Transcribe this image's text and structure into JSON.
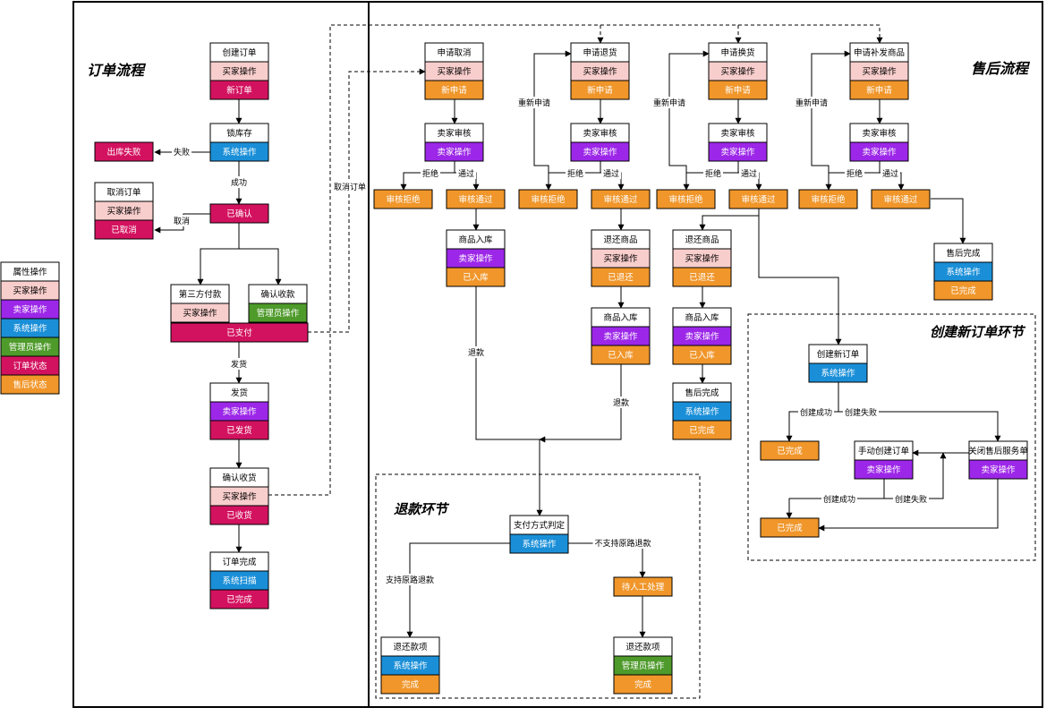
{
  "colors": {
    "buyer": "#f8cecc",
    "seller": "#9c27e8",
    "system": "#1a8fd8",
    "admin": "#4e9a2a",
    "order": "#d3125f",
    "after": "#f0962a",
    "white": "#ffffff"
  },
  "titles": {
    "order_flow": "订单流程",
    "after_sale": "售后流程",
    "refund": "退款环节",
    "new_order": "创建新订单环节"
  },
  "legend": [
    {
      "label": "属性操作",
      "color": "white"
    },
    {
      "label": "买家操作",
      "color": "buyer"
    },
    {
      "label": "卖家操作",
      "color": "seller"
    },
    {
      "label": "系统操作",
      "color": "system"
    },
    {
      "label": "管理员操作",
      "color": "admin"
    },
    {
      "label": "订单状态",
      "color": "order"
    },
    {
      "label": "售后状态",
      "color": "after"
    }
  ],
  "edge_labels": {
    "fail": "失败",
    "success": "成功",
    "cancel": "取消",
    "cancel_order": "取消订单",
    "ship": "发货",
    "reject": "拒绝",
    "pass": "通过",
    "reapply": "重新申请",
    "refund": "退款",
    "support_original": "支持原路退款",
    "not_support_original": "不支持原路退款",
    "create_success": "创建成功",
    "create_fail": "创建失败"
  },
  "nodes": {
    "create_order": {
      "rows": [
        [
          "创建订单",
          "white"
        ],
        [
          "买家操作",
          "buyer"
        ],
        [
          "新订单",
          "order"
        ]
      ]
    },
    "lock_stock": {
      "rows": [
        [
          "锁库存",
          "white"
        ],
        [
          "系统操作",
          "system"
        ]
      ]
    },
    "out_fail": {
      "rows": [
        [
          "出库失败",
          "order"
        ]
      ]
    },
    "cancel_order": {
      "rows": [
        [
          "取消订单",
          "white"
        ],
        [
          "买家操作",
          "buyer"
        ],
        [
          "已取消",
          "order"
        ]
      ]
    },
    "confirmed": {
      "rows": [
        [
          "已确认",
          "order"
        ]
      ]
    },
    "third_pay": {
      "rows": [
        [
          "第三方付款",
          "white"
        ],
        [
          "买家操作",
          "buyer"
        ]
      ]
    },
    "confirm_recv_money": {
      "rows": [
        [
          "确认收款",
          "white"
        ],
        [
          "管理员操作",
          "admin"
        ]
      ]
    },
    "paid": {
      "rows": [
        [
          "已支付",
          "order"
        ]
      ]
    },
    "deliver": {
      "rows": [
        [
          "发货",
          "white"
        ],
        [
          "卖家操作",
          "seller"
        ],
        [
          "已发货",
          "order"
        ]
      ]
    },
    "confirm_receipt": {
      "rows": [
        [
          "确认收货",
          "white"
        ],
        [
          "买家操作",
          "buyer"
        ],
        [
          "已收货",
          "order"
        ]
      ]
    },
    "order_done": {
      "rows": [
        [
          "订单完成",
          "white"
        ],
        [
          "系统扫描",
          "system"
        ],
        [
          "已完成",
          "order"
        ]
      ]
    },
    "apply_cancel": {
      "rows": [
        [
          "申请取消",
          "white"
        ],
        [
          "买家操作",
          "buyer"
        ],
        [
          "新申请",
          "after"
        ]
      ]
    },
    "review1": {
      "rows": [
        [
          "卖家审核",
          "white"
        ],
        [
          "卖家操作",
          "seller"
        ]
      ]
    },
    "reject1": {
      "rows": [
        [
          "审核拒绝",
          "after"
        ]
      ]
    },
    "pass1": {
      "rows": [
        [
          "审核通过",
          "after"
        ]
      ]
    },
    "stock_in1": {
      "rows": [
        [
          "商品入库",
          "white"
        ],
        [
          "卖家操作",
          "seller"
        ],
        [
          "已入库",
          "after"
        ]
      ]
    },
    "apply_return": {
      "rows": [
        [
          "申请退货",
          "white"
        ],
        [
          "买家操作",
          "buyer"
        ],
        [
          "新申请",
          "after"
        ]
      ]
    },
    "review2": {
      "rows": [
        [
          "卖家审核",
          "white"
        ],
        [
          "卖家操作",
          "seller"
        ]
      ]
    },
    "reject2": {
      "rows": [
        [
          "审核拒绝",
          "after"
        ]
      ]
    },
    "pass2": {
      "rows": [
        [
          "审核通过",
          "after"
        ]
      ]
    },
    "return_goods2": {
      "rows": [
        [
          "退还商品",
          "white"
        ],
        [
          "买家操作",
          "buyer"
        ],
        [
          "已退还",
          "after"
        ]
      ]
    },
    "stock_in2": {
      "rows": [
        [
          "商品入库",
          "white"
        ],
        [
          "卖家操作",
          "seller"
        ],
        [
          "已入库",
          "after"
        ]
      ]
    },
    "apply_exchange": {
      "rows": [
        [
          "申请换货",
          "white"
        ],
        [
          "买家操作",
          "buyer"
        ],
        [
          "新申请",
          "after"
        ]
      ]
    },
    "review3": {
      "rows": [
        [
          "卖家审核",
          "white"
        ],
        [
          "卖家操作",
          "seller"
        ]
      ]
    },
    "reject3": {
      "rows": [
        [
          "审核拒绝",
          "after"
        ]
      ]
    },
    "pass3": {
      "rows": [
        [
          "审核通过",
          "after"
        ]
      ]
    },
    "return_goods3": {
      "rows": [
        [
          "退还商品",
          "white"
        ],
        [
          "买家操作",
          "buyer"
        ],
        [
          "已退还",
          "after"
        ]
      ]
    },
    "stock_in3": {
      "rows": [
        [
          "商品入库",
          "white"
        ],
        [
          "卖家操作",
          "seller"
        ],
        [
          "已入库",
          "after"
        ]
      ]
    },
    "after_done3": {
      "rows": [
        [
          "售后完成",
          "white"
        ],
        [
          "系统操作",
          "system"
        ],
        [
          "已完成",
          "after"
        ]
      ]
    },
    "apply_reissue": {
      "rows": [
        [
          "申请补发商品",
          "white"
        ],
        [
          "买家操作",
          "buyer"
        ],
        [
          "新申请",
          "after"
        ]
      ]
    },
    "review4": {
      "rows": [
        [
          "卖家审核",
          "white"
        ],
        [
          "卖家操作",
          "seller"
        ]
      ]
    },
    "reject4": {
      "rows": [
        [
          "审核拒绝",
          "after"
        ]
      ]
    },
    "pass4": {
      "rows": [
        [
          "审核通过",
          "after"
        ]
      ]
    },
    "after_done4": {
      "rows": [
        [
          "售后完成",
          "white"
        ],
        [
          "系统操作",
          "system"
        ],
        [
          "已完成",
          "after"
        ]
      ]
    },
    "pay_method": {
      "rows": [
        [
          "支付方式判定",
          "white"
        ],
        [
          "系统操作",
          "system"
        ]
      ]
    },
    "manual": {
      "rows": [
        [
          "待人工处理",
          "after"
        ]
      ]
    },
    "refund_sys": {
      "rows": [
        [
          "退还款项",
          "white"
        ],
        [
          "系统操作",
          "system"
        ],
        [
          "完成",
          "after"
        ]
      ]
    },
    "refund_admin": {
      "rows": [
        [
          "退还款项",
          "white"
        ],
        [
          "管理员操作",
          "admin"
        ],
        [
          "完成",
          "after"
        ]
      ]
    },
    "create_new": {
      "rows": [
        [
          "创建新订单",
          "white"
        ],
        [
          "系统操作",
          "system"
        ]
      ]
    },
    "done_a": {
      "rows": [
        [
          "已完成",
          "after"
        ]
      ]
    },
    "manual_create": {
      "rows": [
        [
          "手动创建订单",
          "white"
        ],
        [
          "卖家操作",
          "seller"
        ]
      ]
    },
    "close_service": {
      "rows": [
        [
          "关闭售后服务单",
          "white"
        ],
        [
          "卖家操作",
          "seller"
        ]
      ]
    },
    "done_b": {
      "rows": [
        [
          "已完成",
          "after"
        ]
      ]
    }
  }
}
